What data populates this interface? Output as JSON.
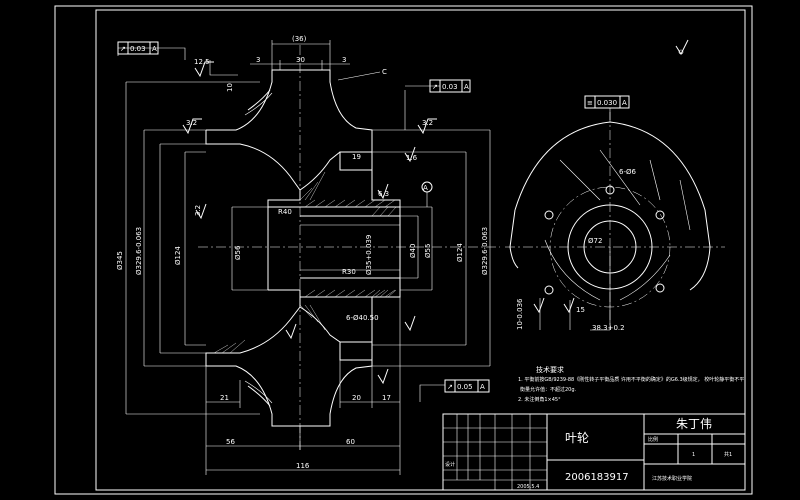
{
  "drawing": {
    "part_name": "叶轮",
    "drawing_number": "2006183917",
    "designer": "朱丁伟",
    "school": "江苏技术职业学院",
    "scale_label": "比例",
    "quantity": "1",
    "sheet": "共1",
    "date_label": "2005.5.4",
    "signature_label": "设计"
  },
  "tech_requirements": {
    "title": "技术要求",
    "lines": [
      "1. 平衡前按GB/9239-88《刚性转子平衡品质 许用不平衡的确定》的G6.3级规定，  校叶轮静平衡不平",
      "衡量允许值：不超过20g.",
      "2. 未注倒角1×45°"
    ]
  },
  "dimensions": {
    "top_36": "(36)",
    "top_3_left": "3",
    "top_30": "30",
    "top_3_right": "3",
    "left_10": "10",
    "callout_c": "C",
    "d345": "Ø345",
    "d329": "Ø329.6-0.063",
    "d124_left": "Ø124",
    "d56": "Ø56",
    "d40_top": "R40",
    "d40": "Ø40",
    "d55": "Ø55",
    "d35": "Ø35+0.039",
    "d124_right": "Ø124",
    "d329_right": "Ø329.6-0.063",
    "bot_21": "21",
    "bot_56": "56",
    "bot_60": "60",
    "bot_116": "116",
    "bot_20": "20",
    "bot_17": "17",
    "dim_19": "19",
    "dim_30": "R30",
    "rough_3_2_a": "3.2",
    "rough_3_2_b": "3.2",
    "rough_3_2_c": "3.2",
    "rough_12_5": "12.5",
    "rough_6_3": "6.3",
    "rough_1_6": "1.6",
    "keyway": "6-Ø40.50",
    "side_6_d6": "6-Ø6",
    "side_d72": "Ø72",
    "side_38": "38.3+0.2",
    "side_10": "10-0.036",
    "side_15": "15",
    "datum_a": "A",
    "top_right_rough": "?"
  },
  "tolerances": {
    "tol_left_top": {
      "symbol": "↗",
      "value": "0.03",
      "datum": "A"
    },
    "tol_right_top": {
      "symbol": "↗",
      "value": "0.03",
      "datum": "A"
    },
    "tol_side_view": {
      "symbol": "≡",
      "value": "0.030",
      "datum": "A"
    },
    "tol_bottom": {
      "symbol": "↗",
      "value": "0.05",
      "datum": "A"
    }
  }
}
